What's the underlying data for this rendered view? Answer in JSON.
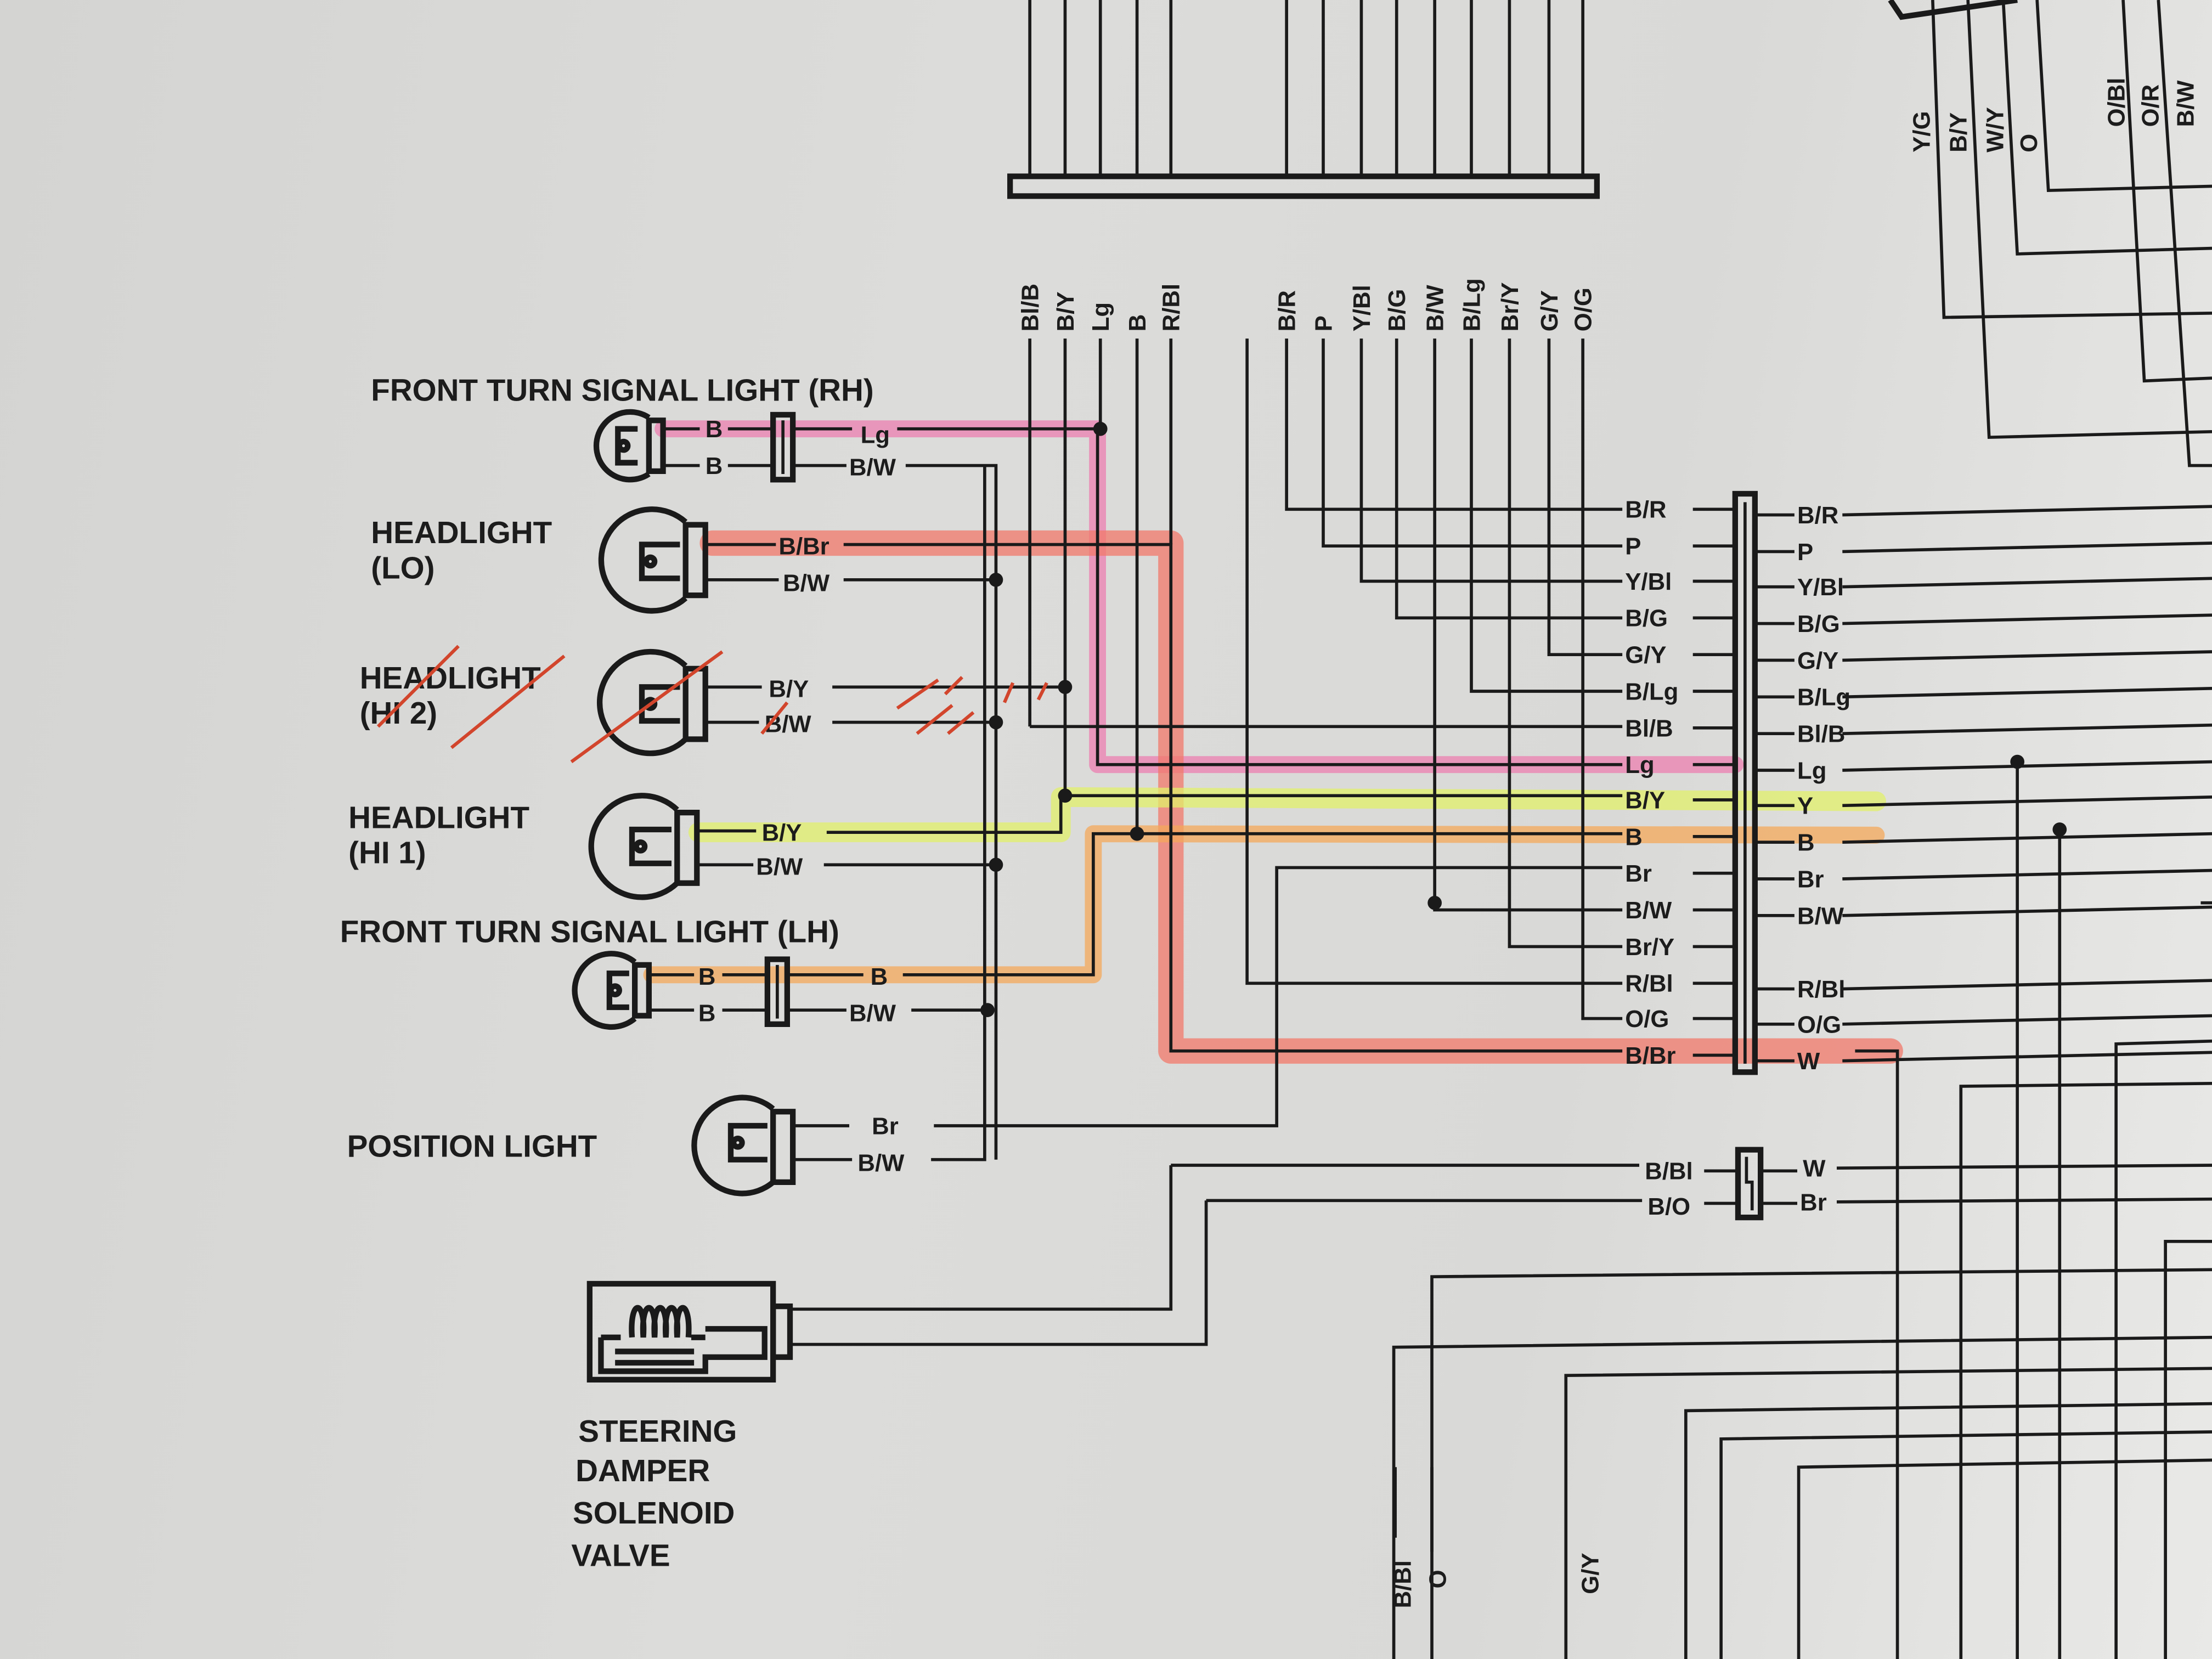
{
  "diagram": {
    "type": "wiring-diagram",
    "components": [
      {
        "id": "turn_rh",
        "label": "FRONT TURN SIGNAL LIGHT (RH)",
        "wires_bulb": [
          "B",
          "B"
        ],
        "wires_harness": [
          "Lg",
          "B/W"
        ]
      },
      {
        "id": "head_lo",
        "label_lines": [
          "HEADLIGHT",
          "(LO)"
        ],
        "wires": [
          "B/Br",
          "B/W"
        ]
      },
      {
        "id": "head_hi2",
        "label_lines": [
          "HEADLIGHT",
          "(HI 2)"
        ],
        "wires": [
          "B/Y",
          "B/W"
        ],
        "crossed_out": true
      },
      {
        "id": "head_hi1",
        "label_lines": [
          "HEADLIGHT",
          "(HI 1)"
        ],
        "wires": [
          "B/Y",
          "B/W"
        ]
      },
      {
        "id": "turn_lh",
        "label": "FRONT TURN SIGNAL LIGHT (LH)",
        "wires_bulb": [
          "B",
          "B"
        ],
        "wires_harness": [
          "B",
          "B/W"
        ]
      },
      {
        "id": "position",
        "label": "POSITION LIGHT",
        "wires": [
          "Br",
          "B/W"
        ]
      },
      {
        "id": "damper",
        "label_lines": [
          "STEERING",
          "DAMPER",
          "SOLENOID",
          "VALVE"
        ]
      }
    ],
    "top_bus_left": [
      "Bl/B",
      "B/Y",
      "Lg",
      "B",
      "R/Bl"
    ],
    "top_bus_right": [
      "B/R",
      "P",
      "Y/Bl",
      "B/G",
      "B/W",
      "B/Lg",
      "Br/Y",
      "G/Y",
      "O/G"
    ],
    "main_connector": {
      "left": [
        "B/R",
        "P",
        "Y/Bl",
        "B/G",
        "G/Y",
        "B/Lg",
        "Bl/B",
        "Lg",
        "B/Y",
        "B",
        "Br",
        "B/W",
        "Br/Y",
        "R/Bl",
        "O/G",
        "B/Br"
      ],
      "right": [
        "B/R",
        "P",
        "Y/Bl",
        "B/G",
        "G/Y",
        "B/Lg",
        "Bl/B",
        "Lg",
        "Y",
        "B",
        "Br",
        "B/W",
        "",
        "R/Bl",
        "O/G",
        "W"
      ]
    },
    "small_connector": {
      "left": [
        "B/Bl",
        "B/O"
      ],
      "right": [
        "W",
        "Br"
      ]
    },
    "top_right_labels_a": [
      "Y/G",
      "B/Y",
      "W/Y",
      "O"
    ],
    "top_right_labels_b": [
      "O/Bl",
      "O/R",
      "B/W"
    ],
    "bottom_labels": [
      "B/Bl",
      "O",
      "G/Y"
    ],
    "highlights": {
      "pink": "#ec7fb0",
      "red": "#f2786a",
      "yellow": "#e2f06a",
      "orange": "#f4a85a",
      "crossout": "#d2452c"
    }
  }
}
